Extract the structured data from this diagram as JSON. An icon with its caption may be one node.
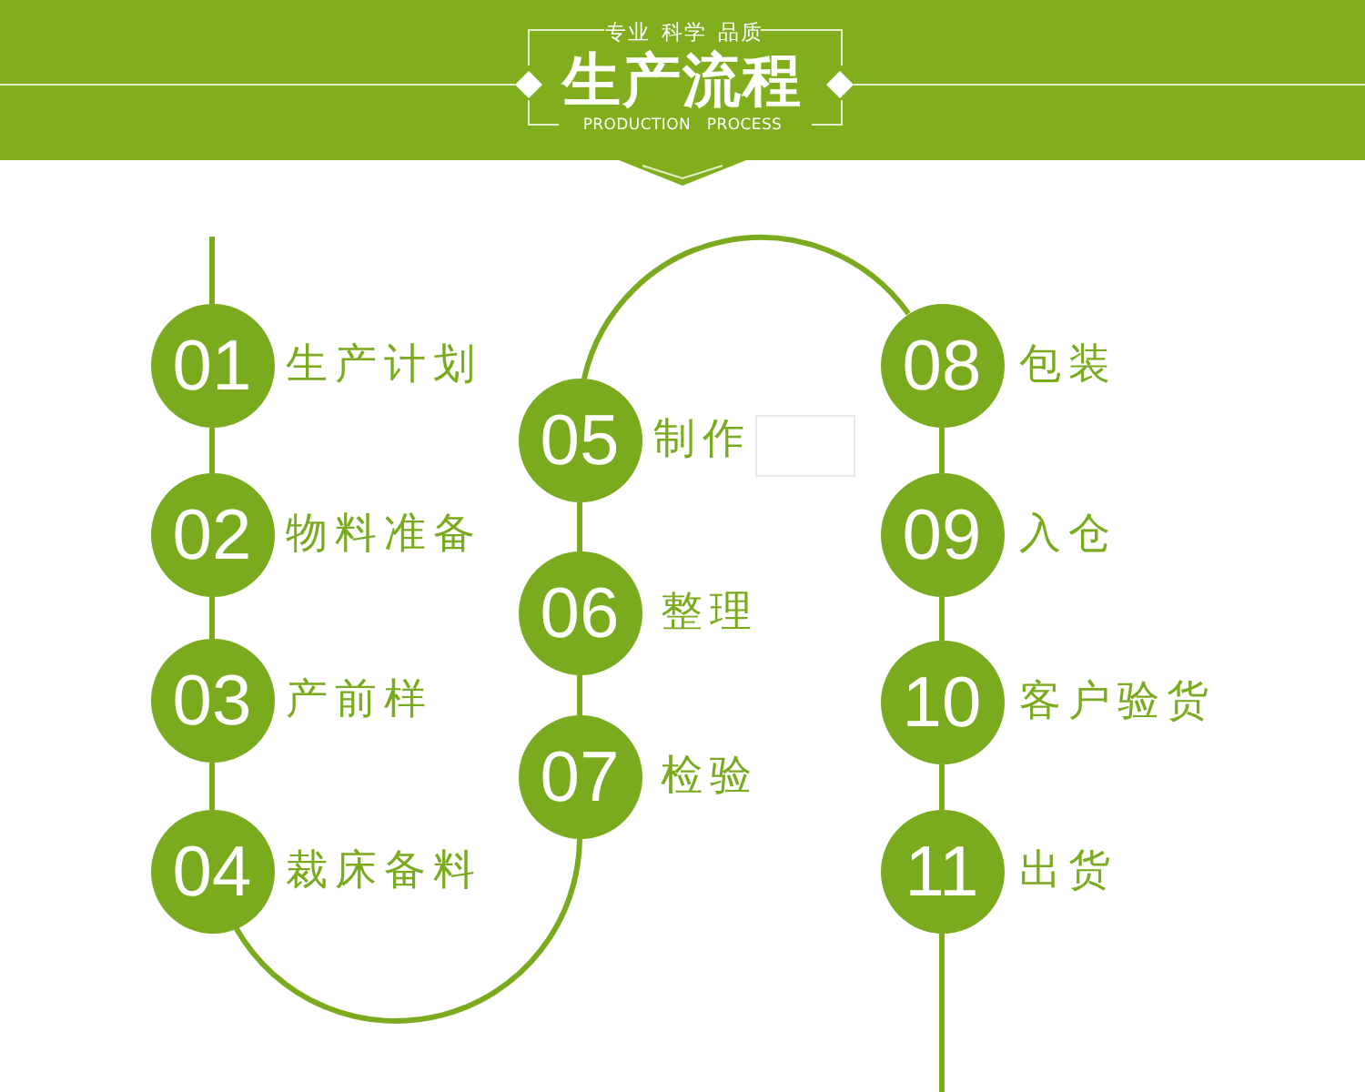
{
  "diagram": {
    "title": "生产流程",
    "nodes": [
      {
        "text": [
          "01"
        ],
        "beside": [
          "生产计划"
        ]
      },
      {
        "text": [
          "02"
        ],
        "beside": [
          "物料准备"
        ]
      },
      {
        "text": [
          "03"
        ],
        "beside": [
          "产前样"
        ]
      },
      {
        "text": [
          "04"
        ],
        "beside": [
          "裁床备料"
        ]
      },
      {
        "text": [
          "05"
        ],
        "beside": [
          "制作"
        ]
      },
      {
        "text": [
          "06"
        ],
        "beside": [
          "整理"
        ]
      },
      {
        "text": [
          "07"
        ],
        "beside": [
          "检验"
        ]
      },
      {
        "text": [
          "08"
        ],
        "beside": [
          "包装"
        ]
      },
      {
        "text": [
          "09"
        ],
        "beside": [
          "入仓"
        ]
      },
      {
        "text": [
          "10"
        ],
        "beside": [
          "客户验货"
        ]
      },
      {
        "text": [
          "11"
        ],
        "beside": [
          "出货"
        ]
      }
    ],
    "edges": [
      {
        "from": 0,
        "to": 1,
        "arrow": "none"
      },
      {
        "from": 1,
        "to": 2,
        "arrow": "none"
      },
      {
        "from": 2,
        "to": 3,
        "arrow": "none"
      },
      {
        "from": 3,
        "to": 6,
        "arrow": "none"
      },
      {
        "from": 4,
        "to": 5,
        "arrow": "none"
      },
      {
        "from": 5,
        "to": 6,
        "arrow": "none"
      },
      {
        "from": 4,
        "to": 7,
        "arrow": "none"
      },
      {
        "from": 7,
        "to": 8,
        "arrow": "none"
      },
      {
        "from": 8,
        "to": 9,
        "arrow": "none"
      },
      {
        "from": 9,
        "to": 10,
        "arrow": "none"
      },
      {
        "from": null,
        "to": 0,
        "arrow": "none"
      },
      {
        "from": 10,
        "to": null,
        "arrow": "none"
      }
    ],
    "labels": [
      "专业 科学 品质",
      "PRODUCTION PROCESS"
    ]
  }
}
